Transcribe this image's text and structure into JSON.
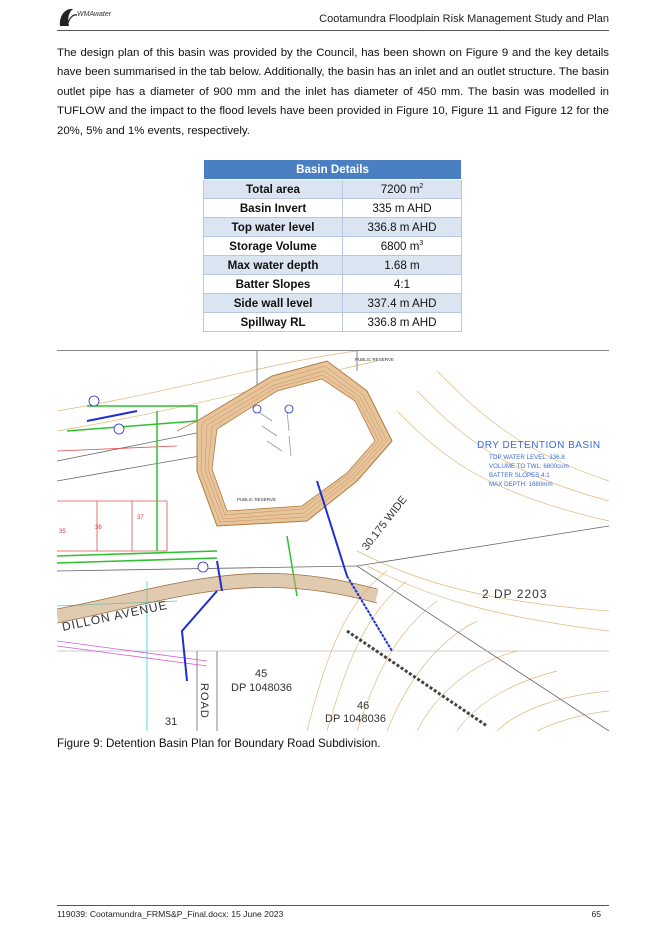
{
  "header": {
    "logo_text": "WMAwater",
    "title": "Cootamundra Floodplain Risk Management Study and Plan"
  },
  "body": {
    "paragraph": "The design plan of this basin was provided by the Council, has been shown on Figure 9 and the key details have been summarised in the tab below. Additionally, the basin has an inlet and an outlet structure. The basin outlet pipe has a diameter of 900 mm and the inlet has diameter of 450 mm. The basin was modelled in TUFLOW and the impact to the flood levels have been provided in Figure 10, Figure 11 and Figure 12 for the 20%, 5% and 1% events, respectively."
  },
  "table": {
    "title": "Basin Details",
    "rows": [
      {
        "label": "Total area",
        "value": "7200 m",
        "sup": "2"
      },
      {
        "label": "Basin Invert",
        "value": "335 m AHD",
        "sup": ""
      },
      {
        "label": "Top water level",
        "value": "336.8 m AHD",
        "sup": ""
      },
      {
        "label": "Storage Volume",
        "value": "6800 m",
        "sup": "3"
      },
      {
        "label": "Max water depth",
        "value": "1.68 m",
        "sup": ""
      },
      {
        "label": "Batter Slopes",
        "value": "4:1",
        "sup": ""
      },
      {
        "label": "Side wall level",
        "value": "337.4 m AHD",
        "sup": ""
      },
      {
        "label": "Spillway RL",
        "value": "336.8 m AHD",
        "sup": ""
      }
    ]
  },
  "figure": {
    "labels": {
      "public_reserve_top": "PUBLIC RESERVE",
      "public_reserve_mid": "PUBLIC RESERVE",
      "basin_title": "DRY DETENTION BASIN",
      "basin_line1": "TOP WATER LEVEL: 336.8",
      "basin_line2": "VOLUME TO TWL: 6800cum",
      "basin_line3": "BATTER SLOPES 4:1",
      "basin_line4": "MAX DEPTH: 1680mm",
      "road_width": "30.175 WIDE",
      "lot_2dp": "2 DP 2203",
      "dillon_avenue": "DILLON AVENUE",
      "road": "ROAD",
      "lot_45": "45",
      "dp_45": "DP 1048036",
      "lot_46": "46",
      "dp_46": "DP 1048036",
      "lot_31": "31",
      "lot_36": "36",
      "lot_37": "37",
      "lot_35": "35"
    },
    "caption": "Figure 9: Detention Basin Plan for Boundary Road Subdivision."
  },
  "footer": {
    "left": "119039: Cootamundra_FRMS&P_Final.docx: 15 June 2023",
    "page": "65"
  }
}
